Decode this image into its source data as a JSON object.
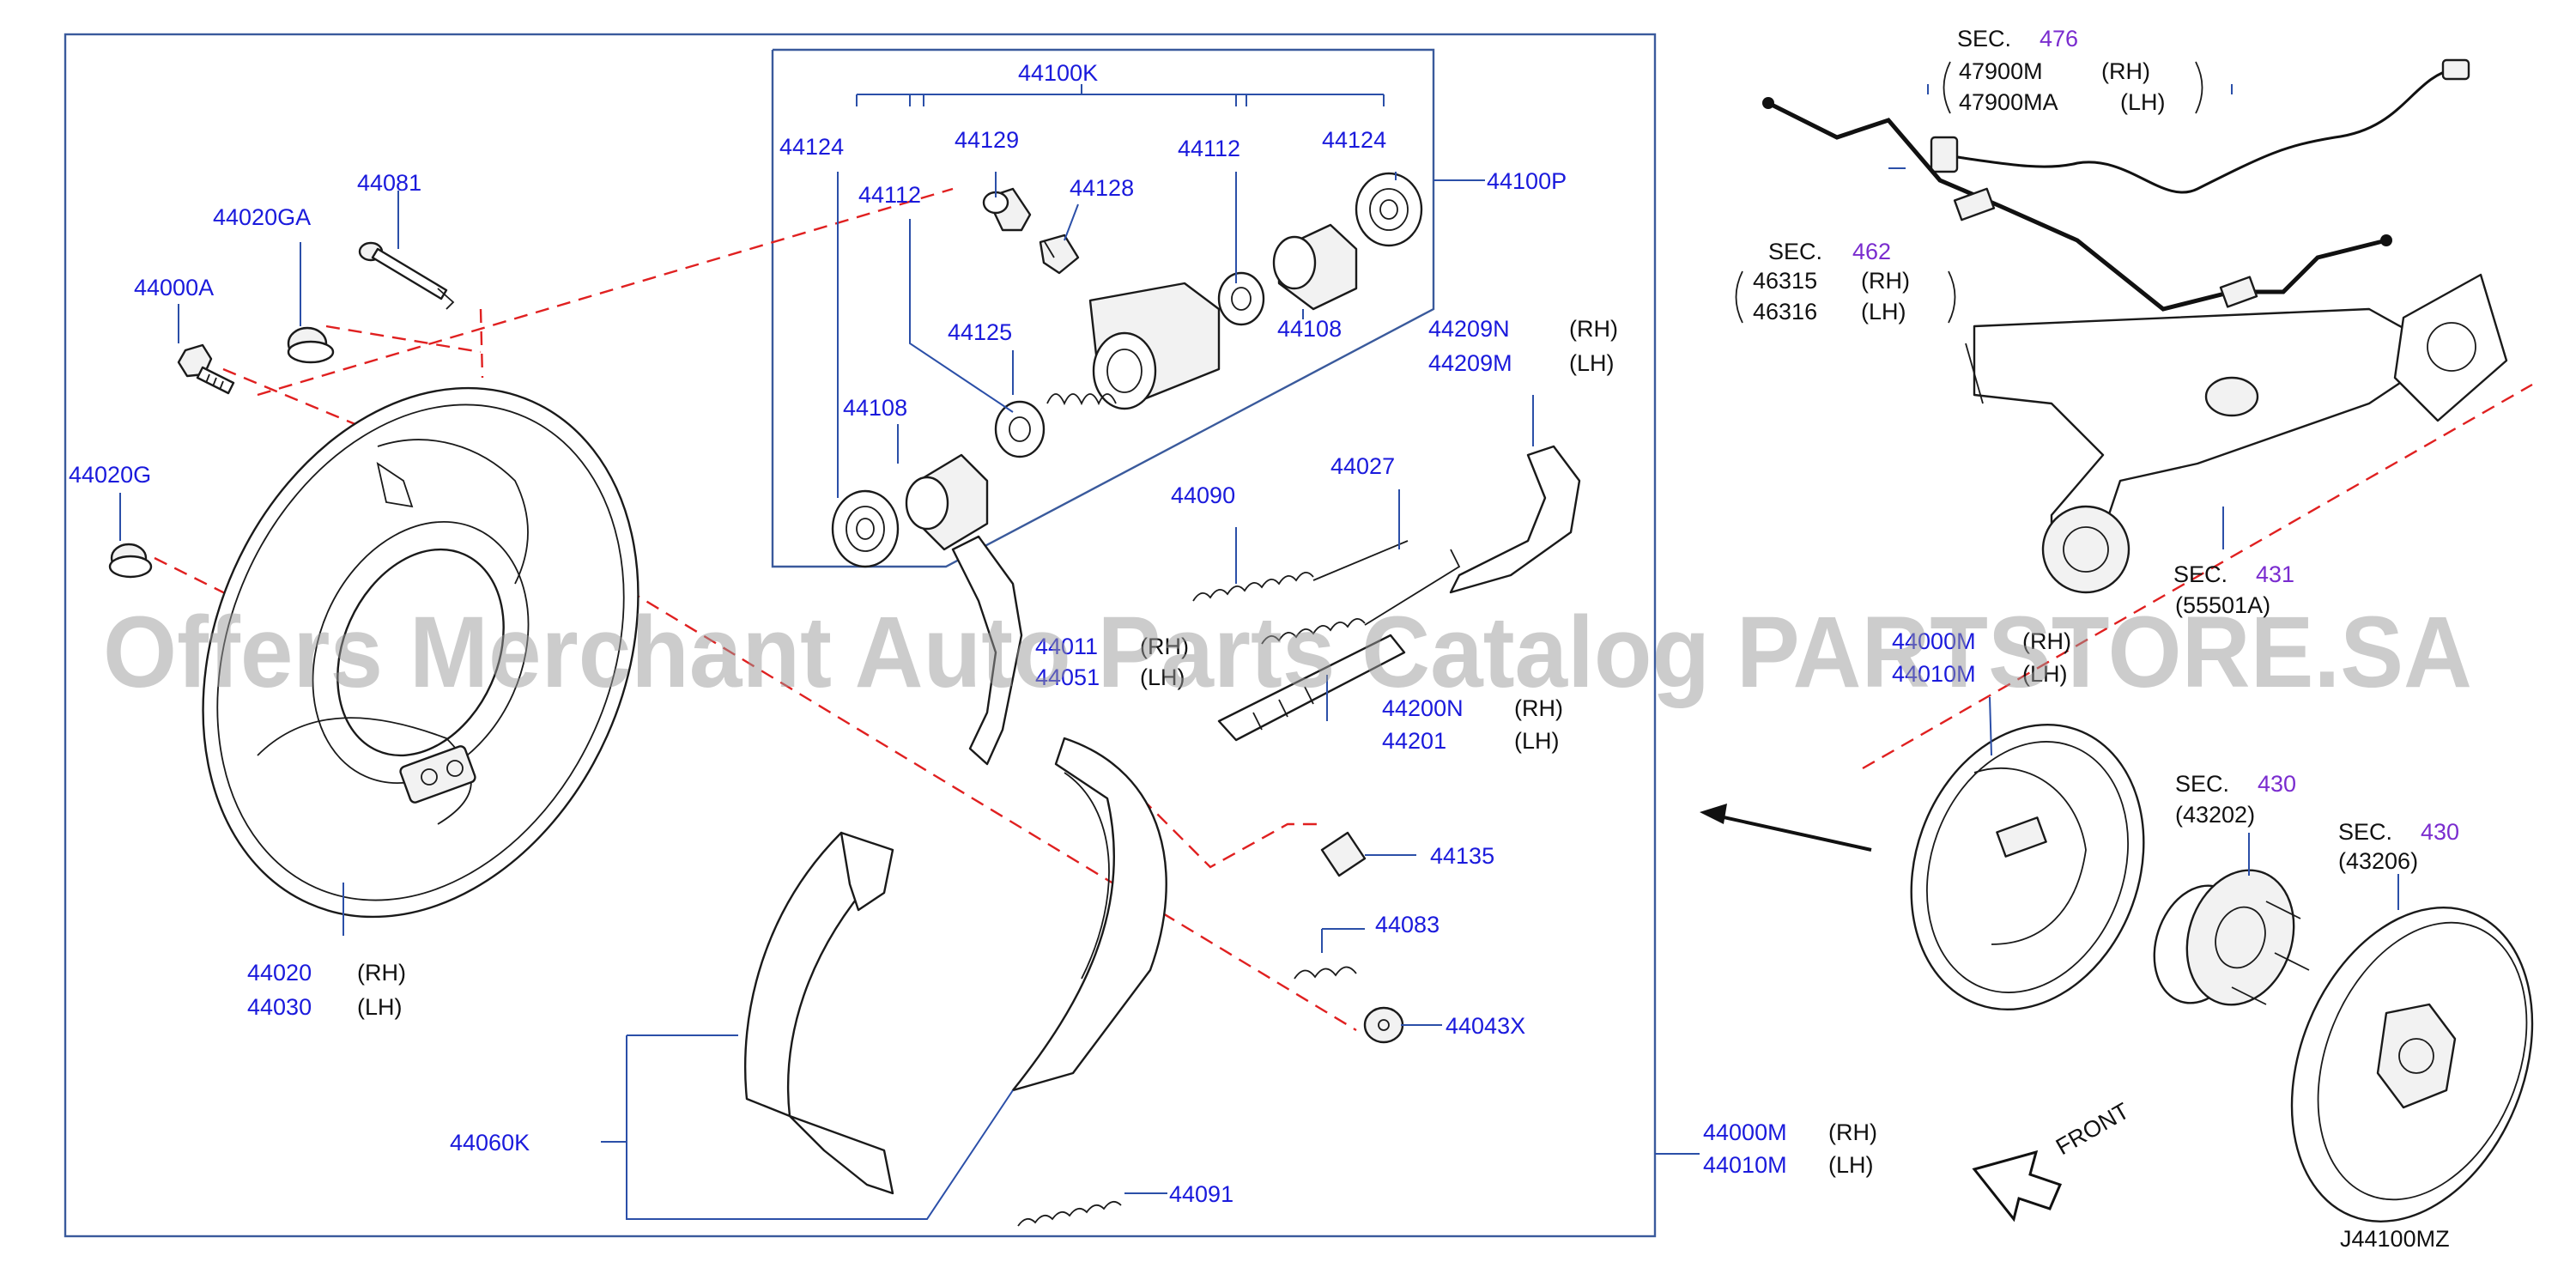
{
  "diagram_code": "J44100MZ",
  "watermark": "Offers Merchant Auto Parts Catalog PARTSTORE.SA",
  "rh": "(RH)",
  "lh": "(LH)",
  "sec": "SEC.",
  "front": "FRONT",
  "callouts": {
    "p44100K": "44100K",
    "p44100P": "44100P",
    "p44124a": "44124",
    "p44124b": "44124",
    "p44112a": "44112",
    "p44112b": "44112",
    "p44129": "44129",
    "p44128": "44128",
    "p44125": "44125",
    "p44108a": "44108",
    "p44108b": "44108",
    "p44081": "44081",
    "p44020GA": "44020GA",
    "p44000A": "44000A",
    "p44020G": "44020G",
    "p44020": "44020",
    "p44030": "44030",
    "p44209N": "44209N",
    "p44209M": "44209M",
    "p44090": "44090",
    "p44027": "44027",
    "p44011": "44011",
    "p44051": "44051",
    "p44200N": "44200N",
    "p44201": "44201",
    "p44135": "44135",
    "p44083": "44083",
    "p44043X": "44043X",
    "p44060K": "44060K",
    "p44091": "44091",
    "p44000M": "44000M",
    "p44010M": "44010M",
    "p44000M_r": "44000M",
    "p44010M_r": "44010M"
  },
  "sections": {
    "s476": {
      "num": "476",
      "parts": [
        "47900M",
        "47900MA"
      ]
    },
    "s462": {
      "num": "462",
      "parts": [
        "46315",
        "46316"
      ]
    },
    "s431": {
      "num": "431",
      "part": "(55501A)"
    },
    "s430a": {
      "num": "430",
      "part": "(43202)"
    },
    "s430b": {
      "num": "430",
      "part": "(43206)"
    }
  },
  "colors": {
    "part_number": "#1a1adc",
    "section_number": "#7a2ccf",
    "phantom_line": "#e02020",
    "leader": "#2b4fa8"
  }
}
